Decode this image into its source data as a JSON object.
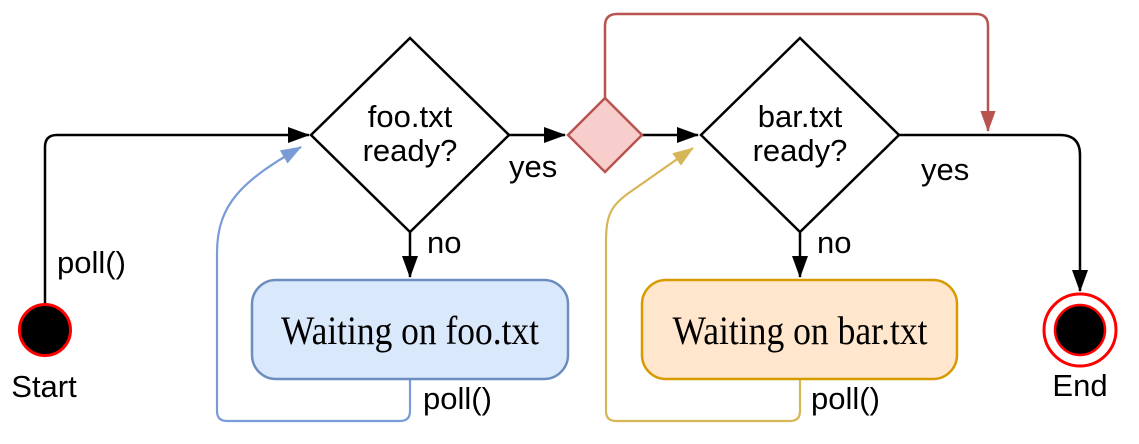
{
  "diagram": {
    "type": "activity-flowchart",
    "nodes": {
      "start": {
        "label": "Start"
      },
      "decision_foo": {
        "line1": "foo.txt",
        "line2": "ready?"
      },
      "wait_foo": {
        "label": "Waiting on foo.txt"
      },
      "merge": {
        "label": ""
      },
      "decision_bar": {
        "line1": "bar.txt",
        "line2": "ready?"
      },
      "wait_bar": {
        "label": "Waiting on bar.txt"
      },
      "end": {
        "label": "End"
      }
    },
    "edges": {
      "start_poll": {
        "label": "poll()"
      },
      "foo_yes": {
        "label": "yes"
      },
      "foo_no": {
        "label": "no"
      },
      "foo_loop_poll": {
        "label": "poll()"
      },
      "bar_yes": {
        "label": "yes"
      },
      "bar_no": {
        "label": "no"
      },
      "bar_loop_poll": {
        "label": "poll()"
      }
    },
    "colors": {
      "edge_black": "#000000",
      "terminal_ring_red": "#ff0000",
      "terminal_fill_black": "#000000",
      "end_outer_fill": "#ffffff",
      "decision_fill": "#ffffff",
      "decision_stroke": "#000000",
      "wait_foo_fill": "#dae8fc",
      "wait_foo_stroke": "#6c8ebf",
      "foo_loop_blue": "#7a9cd6",
      "wait_bar_fill": "#ffe6cc",
      "wait_bar_stroke": "#d79b00",
      "bar_loop_yellow": "#d6b656",
      "merge_fill": "#f8cecc",
      "merge_stroke": "#b85450",
      "skip_edge_red": "#b85450"
    }
  }
}
